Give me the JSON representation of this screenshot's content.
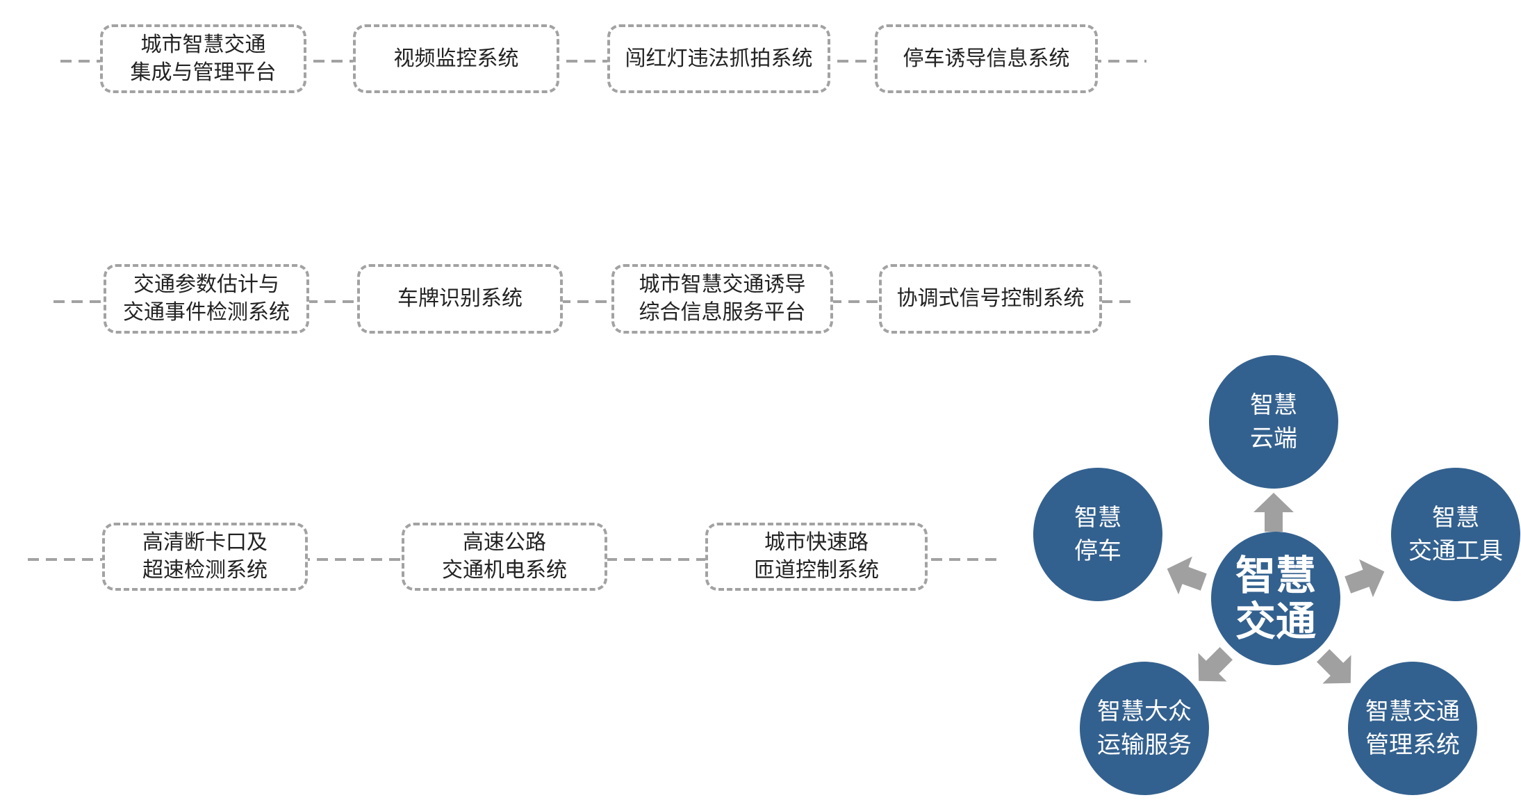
{
  "rows": [
    {
      "boxes": [
        {
          "lines": [
            "城市智慧交通",
            "集成与管理平台"
          ]
        },
        {
          "lines": [
            "视频监控系统"
          ]
        },
        {
          "lines": [
            "闯红灯违法抓拍系统"
          ]
        },
        {
          "lines": [
            "停车诱导信息系统"
          ]
        }
      ]
    },
    {
      "boxes": [
        {
          "lines": [
            "交通参数估计与",
            "交通事件检测系统"
          ]
        },
        {
          "lines": [
            "车牌识别系统"
          ]
        },
        {
          "lines": [
            "城市智慧交通诱导",
            "综合信息服务平台"
          ]
        },
        {
          "lines": [
            "协调式信号控制系统"
          ]
        }
      ]
    },
    {
      "boxes": [
        {
          "lines": [
            "高清断卡口及",
            "超速检测系统"
          ]
        },
        {
          "lines": [
            "高速公路",
            "交通机电系统"
          ]
        },
        {
          "lines": [
            "城市快速路",
            "匝道控制系统"
          ]
        }
      ]
    }
  ],
  "hub": {
    "center": {
      "lines": [
        "智慧",
        "交通"
      ]
    },
    "nodes": {
      "cloud": {
        "lines": [
          "智慧",
          "云端"
        ]
      },
      "parking": {
        "lines": [
          "智慧",
          "停车"
        ]
      },
      "vehicles": {
        "lines": [
          "智慧",
          "交通工具"
        ]
      },
      "public_transport": {
        "lines": [
          "智慧大众",
          "运输服务"
        ]
      },
      "management": {
        "lines": [
          "智慧交通",
          "管理系统"
        ]
      }
    }
  },
  "colors": {
    "circle": "#33618f",
    "dash": "#a2a2a2",
    "arrow": "#a0a0a0"
  }
}
